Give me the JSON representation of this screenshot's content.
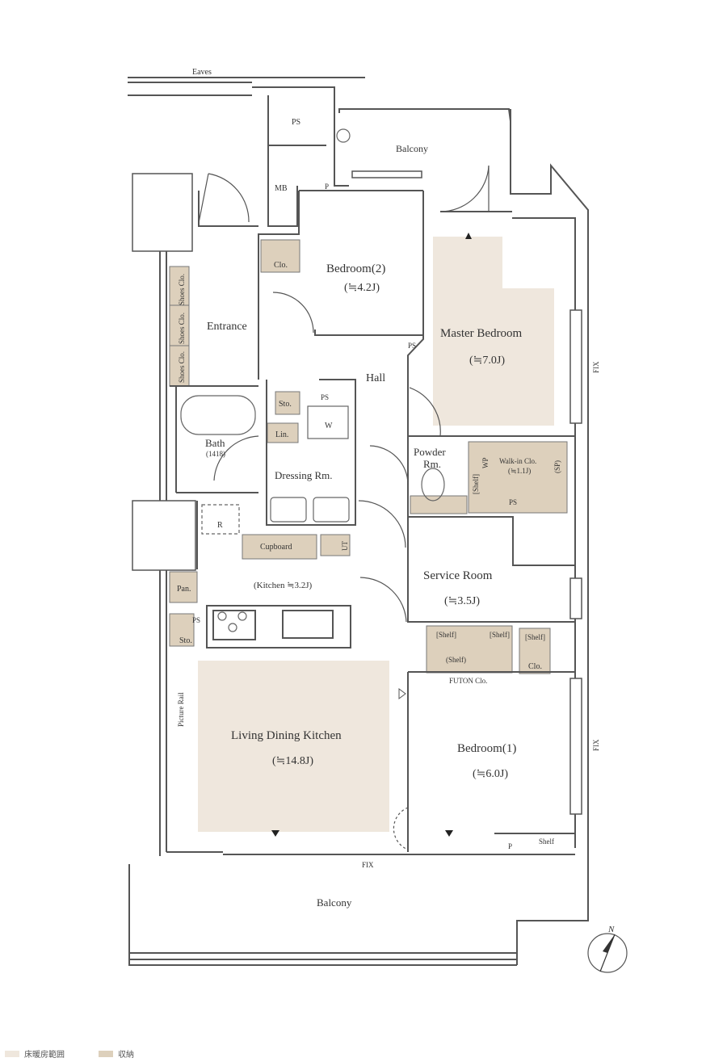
{
  "colors": {
    "floor_heating": "#efe7dd",
    "storage": "#ddd0bc",
    "wall": "#555555",
    "wall_fill": "#ffffff"
  },
  "labels": {
    "eaves": "Eaves",
    "ps_top": "PS",
    "balcony_top": "Balcony",
    "mb": "MB",
    "p_top": "P",
    "bedroom2": "Bedroom(2)",
    "bedroom2_size": "(≒4.2J)",
    "clo_bed2": "Clo.",
    "shoes1": "Shoes Clo.",
    "shoes2": "Shoes Clo.",
    "shoes3": "Shoes Clo.",
    "entrance": "Entrance",
    "master": "Master Bedroom",
    "master_size": "(≒7.0J)",
    "ps_master": "PS",
    "fix_right1": "FIX",
    "hall": "Hall",
    "sto1": "Sto.",
    "ps_dress": "PS",
    "w": "W",
    "lin": "Lin.",
    "bath": "Bath",
    "bath_size": "(1418)",
    "dressing": "Dressing Rm.",
    "powder1": "Powder",
    "powder2": "Rm.",
    "shelf_v": "[Shelf]",
    "wp": "WP",
    "walkin": "Walk-in Clo.",
    "walkin_size": "(≒1.1J)",
    "sp": "(SP)",
    "ps_walkin": "PS",
    "r": "R",
    "cupboard": "Cupboard",
    "ut": "UT",
    "service": "Service Room",
    "service_size": "(≒3.5J)",
    "pan": "Pan.",
    "kitchen": "(Kitchen ≒3.2J)",
    "ps_kitchen": "PS",
    "sto2": "Sto.",
    "shelf1": "[Shelf]",
    "shelf2": "[Shelf]",
    "shelf3": "[Shelf]",
    "shelf4": "(Shelf)",
    "clo_bed1": "Clo.",
    "futon": "FUTON Clo.",
    "picture_rail": "Picture Rail",
    "ldk": "Living Dining Kitchen",
    "ldk_size": "(≒14.8J)",
    "bedroom1": "Bedroom(1)",
    "bedroom1_size": "(≒6.0J)",
    "fix_right2": "FIX",
    "p_bottom": "P",
    "shelf_bottom": "Shelf",
    "fix_bottom": "FIX",
    "balcony_bottom": "Balcony",
    "north": "N"
  },
  "legend": {
    "floor_heating": "床暖房範囲",
    "storage": "収納"
  }
}
